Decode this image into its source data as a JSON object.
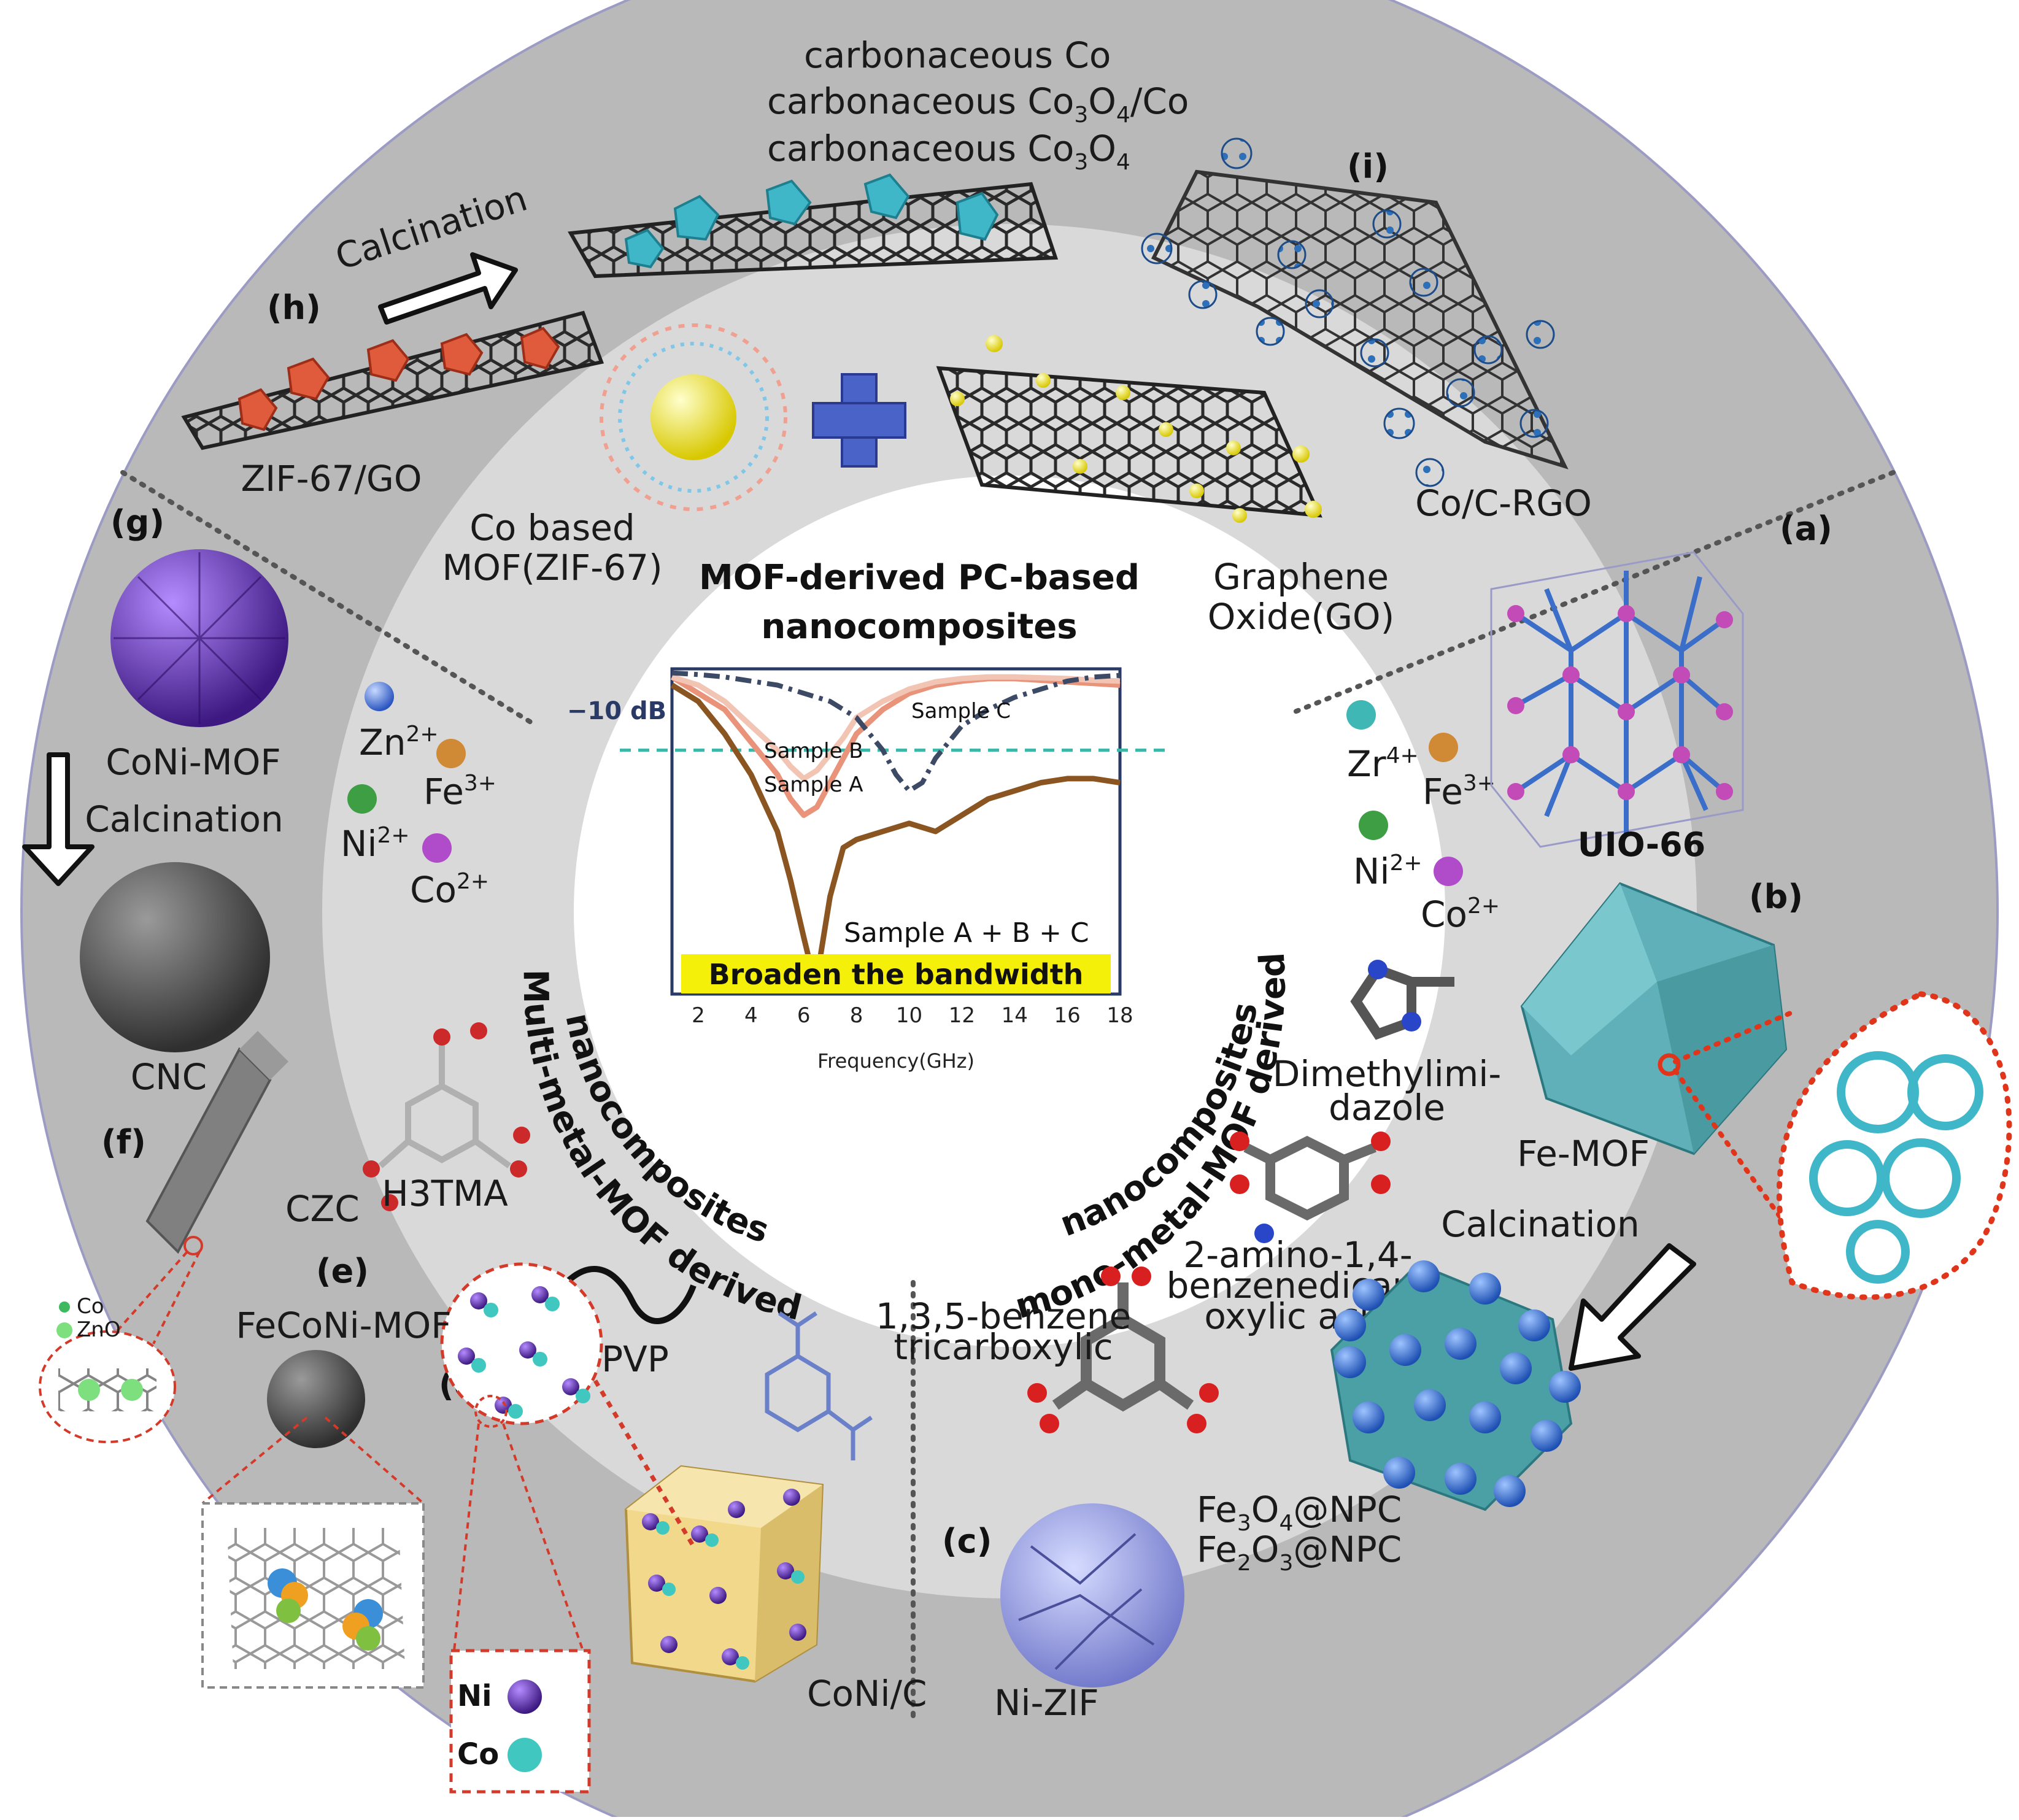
{
  "center": {
    "title_line1": "MOF-derived  PC-based",
    "title_line2": "nanocomposites",
    "arc_left_line1": "Multi-metal-MOF derived",
    "arc_left_line2": "nanocomposites",
    "arc_right_line1": "mono-metal-MOF derived",
    "arc_right_line2": "nanocomposites"
  },
  "chart_data": {
    "type": "line",
    "xlabel": "Frequency(GHz)",
    "x_ticks": [
      2,
      4,
      6,
      8,
      10,
      12,
      14,
      16,
      18
    ],
    "xlim": [
      1,
      18
    ],
    "ylim": [
      -40,
      0
    ],
    "threshold": {
      "value": -10,
      "label": "−10 dB"
    },
    "series": [
      {
        "name": "Sample A",
        "color": "#e8937a",
        "x": [
          1,
          2,
          3,
          4,
          5,
          5.5,
          6,
          6.5,
          7,
          7.5,
          8,
          9,
          10,
          11,
          12,
          13,
          14,
          15,
          16,
          17,
          18
        ],
        "y": [
          -1,
          -3,
          -5,
          -9,
          -13,
          -16,
          -18,
          -17,
          -14,
          -11,
          -8,
          -5,
          -3,
          -2,
          -1.5,
          -1.2,
          -1.2,
          -1.4,
          -1.6,
          -1.8,
          -2
        ]
      },
      {
        "name": "Sample B",
        "color": "#f2c4b4",
        "x": [
          1,
          2,
          3,
          4,
          5,
          5.5,
          6,
          6.5,
          7,
          7.5,
          8,
          9,
          10,
          11,
          12,
          13,
          14,
          15,
          16,
          17,
          18
        ],
        "y": [
          -1,
          -2,
          -4,
          -7,
          -10,
          -12,
          -13.5,
          -12.5,
          -10.5,
          -8.5,
          -6,
          -4,
          -2.5,
          -1.6,
          -1.2,
          -1,
          -1,
          -1.1,
          -1.2,
          -1.4,
          -1.5
        ]
      },
      {
        "name": "Sample C",
        "color": "#3d4a66",
        "x": [
          1,
          2,
          3,
          4,
          5,
          6,
          7,
          8,
          9,
          9.5,
          10,
          10.5,
          11,
          12,
          13,
          14,
          15,
          16,
          17,
          18
        ],
        "y": [
          -0.5,
          -0.7,
          -1,
          -1.5,
          -2,
          -3,
          -4,
          -6,
          -10,
          -13,
          -15,
          -14,
          -11,
          -7,
          -5,
          -3.5,
          -2.5,
          -1.5,
          -1,
          -0.8
        ]
      },
      {
        "name": "Sample A + B + C",
        "color": "#8a5520",
        "x": [
          1,
          2,
          3,
          4,
          5,
          5.5,
          6,
          6.3,
          6.6,
          7,
          7.5,
          8,
          9,
          10,
          11,
          12,
          13,
          14,
          15,
          16,
          17,
          18
        ],
        "y": [
          -2,
          -4,
          -8,
          -13,
          -20,
          -26,
          -33,
          -37,
          -36,
          -28,
          -22,
          -21,
          -20,
          -19,
          -20,
          -18,
          -16,
          -15,
          -14,
          -13.5,
          -13.5,
          -14
        ]
      }
    ],
    "series_labels": [
      "Sample C",
      "Sample B",
      "Sample A",
      "Sample A + B + C"
    ],
    "highlight": "Broaden the bandwidth"
  },
  "panels": {
    "a": {
      "tag": "(a)",
      "name": "UIO-66"
    },
    "b": {
      "tag": "(b)",
      "name": "Fe-MOF",
      "step": "Calcination"
    },
    "c": {
      "tag": "(c)",
      "name": "Ni-ZIF",
      "p1_pre": "Fe",
      "p1_s1": "3",
      "p1_mid": "O",
      "p1_s2": "4",
      "p1_post": "@NPC",
      "p2_pre": "Fe",
      "p2_s1": "2",
      "p2_mid": "O",
      "p2_s2": "3",
      "p2_post": "@NPC"
    },
    "d": {
      "tag": "(d)",
      "name": "CoNi/C",
      "legend_ni": "Ni",
      "legend_co": "Co"
    },
    "e": {
      "tag": "(e)",
      "name": "FeCoNi-MOF"
    },
    "f": {
      "tag": "(f)",
      "name": "CZC",
      "legend_co": "Co",
      "legend_zno": "ZnO"
    },
    "g": {
      "tag": "(g)",
      "name": "CoNi-MOF",
      "step": "Calcination",
      "product": "CNC"
    },
    "h": {
      "tag": "(h)",
      "name": "ZIF-67/GO",
      "step": "Calcination",
      "p1": "carbonaceous Co",
      "p2_pre": "carbonaceous Co",
      "p2_s1": "3",
      "p2_mid": "O",
      "p2_s2": "4",
      "p2_post": "/Co",
      "p3_pre": "carbonaceous Co",
      "p3_s1": "3",
      "p3_mid": "O",
      "p3_s2": "4"
    },
    "i": {
      "tag": "(i)",
      "name": "Co/C-RGO"
    }
  },
  "middle": {
    "zif_l1": "Co based",
    "zif_l2": "MOF(ZIF-67)",
    "go_l1": "Graphene",
    "go_l2": "Oxide(GO)",
    "left_ions": [
      {
        "el": "Zn",
        "ch": "2+",
        "color": "#3a63c8"
      },
      {
        "el": "Fe",
        "ch": "3+",
        "color": "#d08a36"
      },
      {
        "el": "Ni",
        "ch": "2+",
        "color": "#3e9e44"
      },
      {
        "el": "Co",
        "ch": "2+",
        "color": "#b04bc9"
      }
    ],
    "right_ions": [
      {
        "el": "Zr",
        "ch": "4+",
        "color": "#3fb7b4"
      },
      {
        "el": "Fe",
        "ch": "3+",
        "color": "#d08a36"
      },
      {
        "el": "Ni",
        "ch": "2+",
        "color": "#3e9e44"
      },
      {
        "el": "Co",
        "ch": "2+",
        "color": "#b04bc9"
      }
    ],
    "h3tma": "H3TMA",
    "pvp": "PVP",
    "dmi_l1": "Dimethylimi-",
    "dmi_l2": "dazole",
    "abdc_l1": "2-amino-1,4-",
    "abdc_l2": "benzenedicarb",
    "abdc_l3": "oxylic acid",
    "btc_l1": "1,3,5-benzene",
    "btc_l2": "tricarboxylic"
  },
  "colors": {
    "outer_ring": "#b9b9b9",
    "middle_ring": "#d9d9d9",
    "inner_disk": "#ffffff",
    "highlight": "#f5f00a"
  }
}
